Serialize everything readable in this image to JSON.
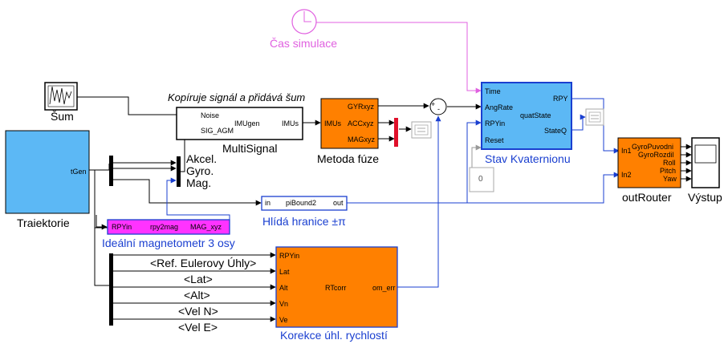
{
  "colors": {
    "block_orange": "#ff8000",
    "block_blue": "#5cb8f5",
    "block_magenta": "#ff33ff",
    "clock_magenta": "#e060e0",
    "blue_label": "#1a3fd0",
    "red_terminator": "#e0102a",
    "signal_line": "#000000",
    "blue_line": "#1a3fd0"
  },
  "annotations": {
    "clock_label": "Čas simulace",
    "noise_block_label": "Šum",
    "imu_comment": "Kopíruje signál a přidává šum",
    "trajectory_label": "Traiektorie",
    "multisignal_label": "MultiSignal",
    "fusion_label": "Metoda fúze",
    "quat_label": "Stav Kvaternionu",
    "router_label": "outRouter",
    "scope_label": "Výstup",
    "bound_label": "Hlídá hranice ±π",
    "magneto_label": "Ideální magnetometr 3 osy",
    "correction_label": "Korekce úhl. rychlostí"
  },
  "mux_labels": [
    "Akcel.",
    "Gyro.",
    "Mag."
  ],
  "bus_labels": [
    "<Ref. Eulerovy Úhly>",
    "<Lat>",
    "<Alt>",
    "<Vel N>",
    "<Vel E>"
  ],
  "constant_value": "0",
  "sum_signs": [
    "+",
    "-"
  ],
  "ports": {
    "trajectory_out": "tGen",
    "multisignal_in": [
      "Noise",
      "SIG_AGM"
    ],
    "multisignal_name": "IMUgen",
    "multisignal_out": "IMUs",
    "fusion_in": "IMUs",
    "fusion_out": [
      "GYRxyz",
      "ACCxyz",
      "MAGxyz"
    ],
    "quat_in": [
      "Time",
      "AngRate",
      "RPYin",
      "Reset"
    ],
    "quat_name": "quatState",
    "quat_out": [
      "RPY",
      "StateQ"
    ],
    "router_in": [
      "In1",
      "In2"
    ],
    "router_out": [
      "GyroPuvodni",
      "GyroRozdil",
      "Roll",
      "Pitch",
      "Yaw"
    ],
    "bound_in": "in",
    "bound_name": "piBound2",
    "bound_out": "out",
    "magneto_in": "RPYin",
    "magneto_name": "rpy2mag",
    "magneto_out": "MAG_xyz",
    "corr_in": [
      "RPYin",
      "Lat",
      "Alt",
      "Vn",
      "Ve"
    ],
    "corr_name": "RTcorr",
    "corr_out": "om_err"
  }
}
